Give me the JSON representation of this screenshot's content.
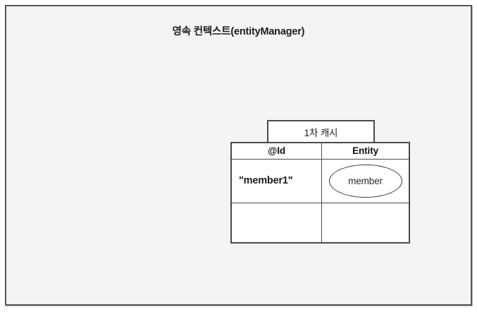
{
  "diagram": {
    "title": "영속 컨텍스트(entityManager)",
    "frame": {
      "background_color": "#f4f4f4",
      "border_color": "#565656"
    },
    "cache_box": {
      "label": "1차 캐시",
      "border_color": "#4a4a4a",
      "background_color": "#ffffff"
    },
    "table": {
      "headers": [
        "@Id",
        "Entity"
      ],
      "rows": [
        {
          "id": "\"member1\"",
          "entity": "member",
          "entity_shape": "ellipse"
        },
        {
          "id": "",
          "entity": "",
          "entity_shape": "none"
        }
      ],
      "border_color": "#4a4a4a",
      "background_color": "#ffffff"
    },
    "ellipse": {
      "label": "member",
      "border_color": "#3a3a3a"
    }
  }
}
